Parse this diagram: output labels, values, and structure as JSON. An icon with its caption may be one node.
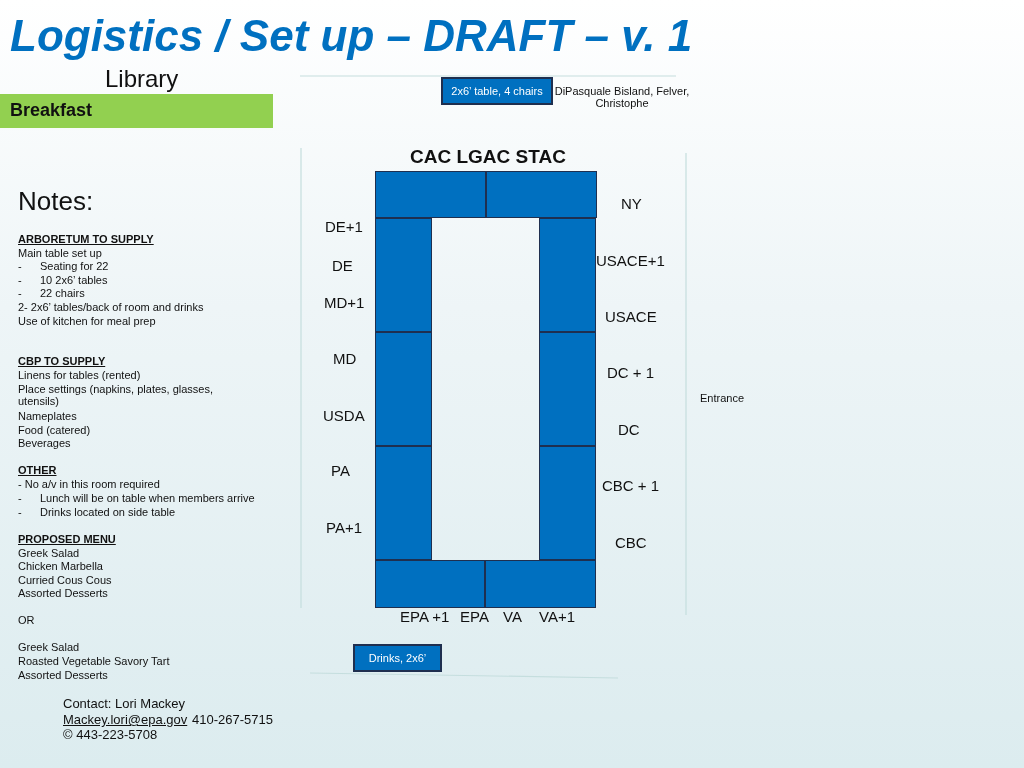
{
  "diagram": {
    "title": "Logistics / Set up – DRAFT – v. 1",
    "nodes": [
      {
        "text": [
          "Breakfast"
        ]
      },
      {
        "text": [
          "2x6’ table, 4 chairs"
        ]
      },
      {
        "text": [],
        "shape": "box"
      },
      {
        "text": [],
        "shape": "box"
      },
      {
        "text": [],
        "shape": "box"
      },
      {
        "text": [],
        "shape": "box"
      },
      {
        "text": [],
        "shape": "box"
      },
      {
        "text": [],
        "shape": "box"
      },
      {
        "text": [],
        "shape": "box"
      },
      {
        "text": [],
        "shape": "box"
      },
      {
        "text": [],
        "shape": "box"
      },
      {
        "text": [],
        "shape": "box"
      },
      {
        "text": [
          "Drinks, 2x6’"
        ]
      }
    ],
    "edges": [],
    "labels": [
      "Library",
      "DiPasquale Bisland, Felver, Christophe",
      "CAC LGAC STAC",
      "Notes:",
      "ARBORETUM TO SUPPLY",
      "Main table set up",
      "- Seating for 22",
      "- 10 2x6’ tables",
      "- 22 chairs",
      "2- 2x6’ tables/back of room and drinks",
      "Use of kitchen for meal prep",
      "CBP TO SUPPLY",
      "Linens for tables (rented)",
      "Place settings (napkins, plates, glasses, utensils)",
      "Nameplates",
      "Food (catered)",
      "Beverages",
      "OTHER",
      "- No a/v in this room required",
      "- Lunch will be on table when members arrive",
      "- Drinks located on side table",
      "PROPOSED MENU",
      "Greek Salad",
      "Chicken Marbella",
      "Curried Cous Cous",
      "Assorted Desserts",
      "OR",
      "Greek Salad",
      "Roasted Vegetable Savory Tart",
      "Assorted Desserts",
      "Contact:  Lori Mackey",
      "Mackey.lori@epa.gov",
      "410-267-5715",
      "© 443-223-5708",
      "DE+1",
      "DE",
      "MD+1",
      "MD",
      "USDA",
      "PA",
      "PA+1",
      "NY",
      "USACE+1",
      "USACE",
      "DC + 1",
      "DC",
      "CBC + 1",
      "CBC",
      "EPA +1",
      "EPA",
      "VA",
      "VA+1",
      "Entrance"
    ]
  }
}
